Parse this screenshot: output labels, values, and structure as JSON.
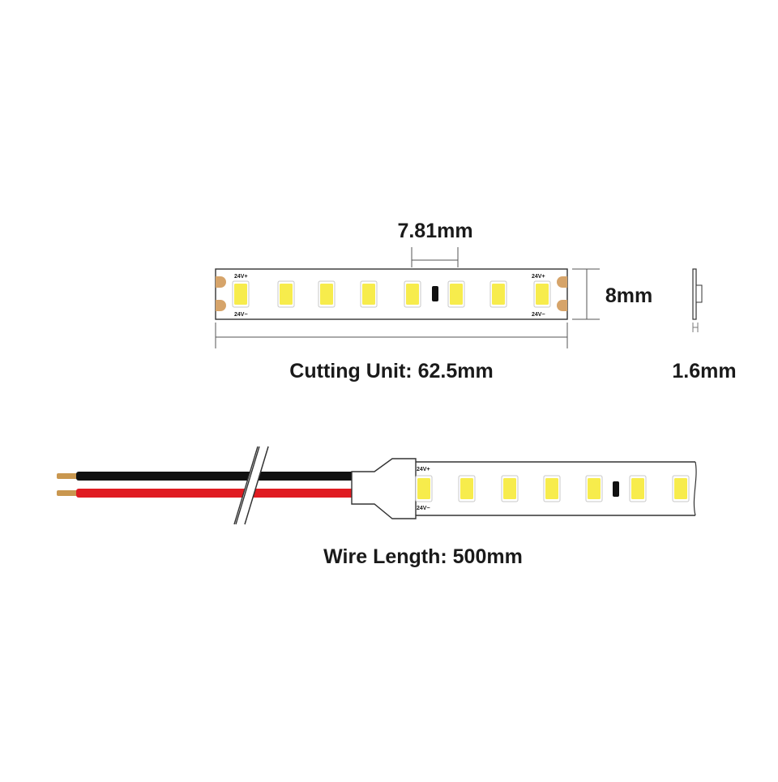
{
  "top_strip": {
    "pitch_label": "7.81mm",
    "width_label": "8mm",
    "thickness_label": "1.6mm",
    "cutting_unit_label": "Cutting Unit: 62.5mm",
    "pad_label_positive": "24V+",
    "pad_label_negative": "24V−"
  },
  "bottom_strip": {
    "wire_length_label": "Wire Length: 500mm",
    "pad_label_positive": "24V+",
    "pad_label_negative": "24V−"
  },
  "colors": {
    "outline": "#333333",
    "led_face": "#f7ec4c",
    "led_rim": "#c8c8c8",
    "solder_pad": "#d6a46a",
    "wire_black": "#111111",
    "wire_red": "#e01c22",
    "wire_tip": "#c9974f",
    "resistor": "#111111"
  },
  "icons": [
    "led-chip-icon",
    "resistor-icon",
    "solder-pad-icon",
    "wire-break-icon"
  ]
}
